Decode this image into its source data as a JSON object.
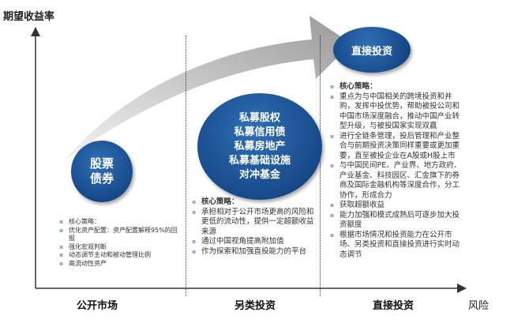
{
  "y_axis_label": "期望收益率",
  "x_axis_label": "风险",
  "categories": [
    "公开市场",
    "另类投资",
    "直接投资"
  ],
  "circles": {
    "public": [
      "股票",
      "债券"
    ],
    "alternative": [
      "私募股权",
      "私募信用债",
      "私募房地产",
      "私募基础设施",
      "对冲基金"
    ],
    "direct": [
      "直接投资"
    ]
  },
  "strategies": {
    "public": [
      "核心策略：",
      "优化资产配置：资产配置解释95%的回报",
      "强化宏观判断",
      "动态调节主动和被动管理比例",
      "高流动性资产"
    ],
    "alternative": [
      "核心策略：",
      "承担相对于公开市场更高的风险和更低的流动性，提供一定超额收益来源",
      "通过中国视角提高附加值",
      "作为探索和加强直投能力的平台"
    ],
    "direct": [
      "核心策略：",
      "重点为与中国相关的跨境投资和并购，发挥中投优势，帮助被投公司和中国市场深度融合，推动中国产业转型升级，与被投国家实现双赢",
      "进行全链条管理，投后管理和产业整合与前期投资决策同样重要或更加重要，直至被投企业在A股或H股上市",
      "与中国民间PE、产业界、地方政府、产业基金、科技园区、汇金旗下的券商及国际金融机构等深度合作，分工协作，形成合力",
      "获取超额收益",
      "能力加强和模式成熟后可逐步加大投资额度",
      "根据市场情况和投资能力在公开市场、另类投资和直接投资进行实时动态调节"
    ]
  }
}
